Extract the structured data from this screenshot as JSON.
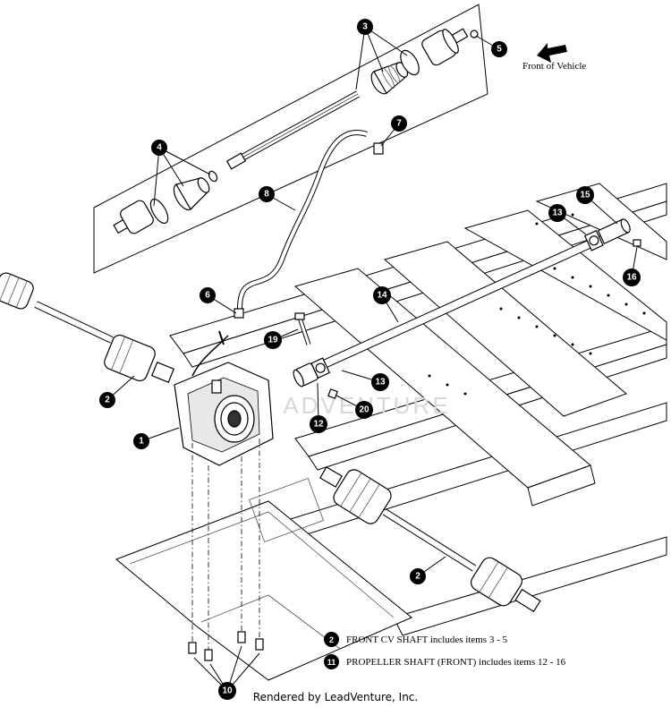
{
  "diagram": {
    "callouts": [
      {
        "id": "callout-1",
        "label": "1"
      },
      {
        "id": "callout-2a",
        "label": "2"
      },
      {
        "id": "callout-2b",
        "label": "2"
      },
      {
        "id": "callout-3",
        "label": "3"
      },
      {
        "id": "callout-4",
        "label": "4"
      },
      {
        "id": "callout-5",
        "label": "5"
      },
      {
        "id": "callout-6",
        "label": "6"
      },
      {
        "id": "callout-7",
        "label": "7"
      },
      {
        "id": "callout-8",
        "label": "8"
      },
      {
        "id": "callout-10",
        "label": "10"
      },
      {
        "id": "callout-12",
        "label": "12"
      },
      {
        "id": "callout-13a",
        "label": "13"
      },
      {
        "id": "callout-13b",
        "label": "13"
      },
      {
        "id": "callout-14",
        "label": "14"
      },
      {
        "id": "callout-15",
        "label": "15"
      },
      {
        "id": "callout-16",
        "label": "16"
      },
      {
        "id": "callout-19",
        "label": "19"
      },
      {
        "id": "callout-20",
        "label": "20"
      }
    ],
    "front_of_vehicle": "Front of Vehicle",
    "watermark": "ADVENTURE"
  },
  "legend": [
    {
      "badge": "2",
      "text": "FRONT CV SHAFT includes items 3 - 5"
    },
    {
      "badge": "11",
      "text": "PROPELLER SHAFT (FRONT) includes items 12 - 16"
    }
  ],
  "credit": "Rendered by LeadVenture, Inc."
}
